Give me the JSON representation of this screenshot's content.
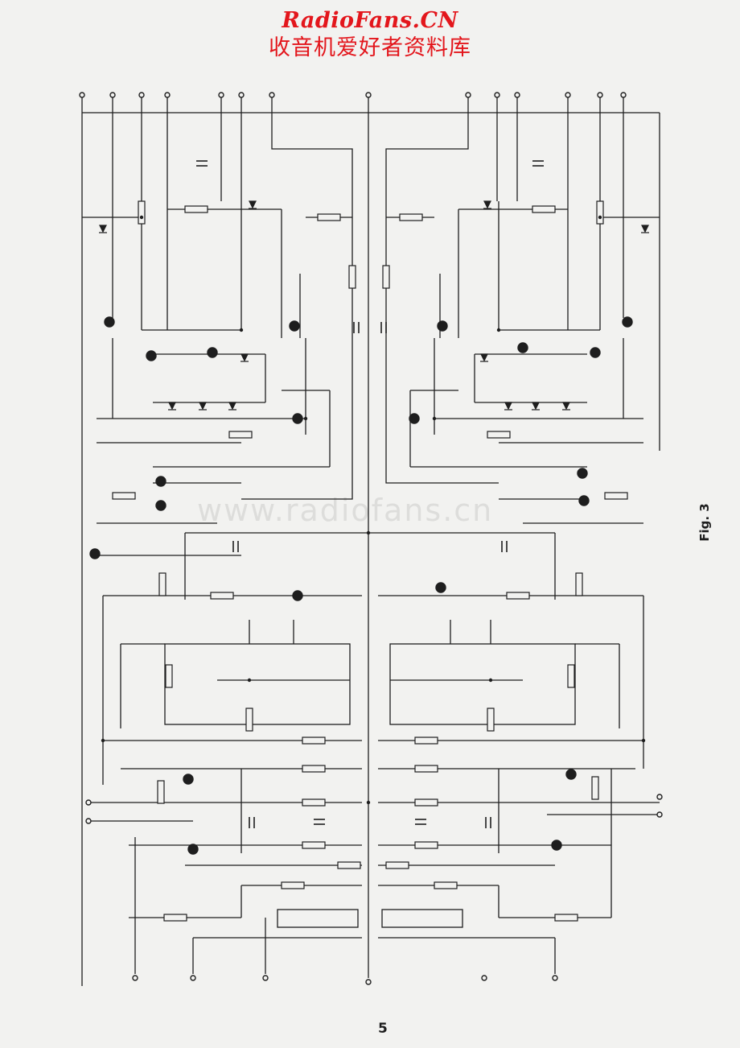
{
  "header": {
    "site_title": "RadioFans.CN",
    "site_subtitle": "收音机爱好者资料库"
  },
  "figure": {
    "label": "Fig. 3",
    "page_number": "5",
    "watermark": "www.radiofans.cn"
  },
  "colors": {
    "header_red": "#e3161c",
    "ink": "#1e1e1e",
    "paper": "#f2f2f0"
  }
}
